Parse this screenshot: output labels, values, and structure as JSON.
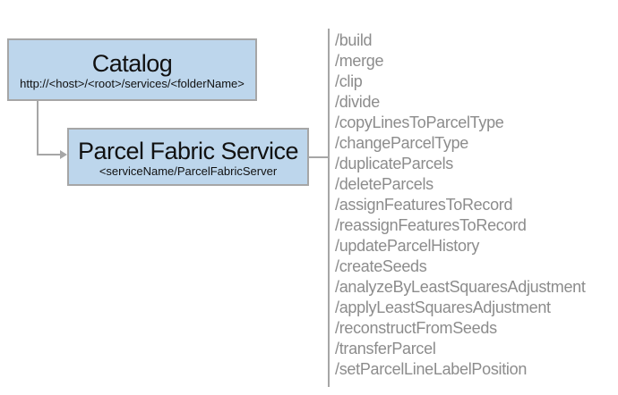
{
  "diagram": {
    "catalog_node": {
      "title": "Catalog",
      "subtitle": "http://<host>/<root>/services/<folderName>"
    },
    "service_node": {
      "title": "Parcel Fabric Service",
      "subtitle": "<serviceName/ParcelFabricServer"
    },
    "endpoints": [
      "/build",
      "/merge",
      "/clip",
      "/divide",
      "/copyLinesToParcelType",
      "/changeParcelType",
      "/duplicateParcels",
      "/deleteParcels",
      "/assignFeaturesToRecord",
      "/reassignFeaturesToRecord",
      "/updateParcelHistory",
      "/createSeeds",
      "/analyzeByLeastSquaresAdjustment",
      "/applyLeastSquaresAdjustment",
      "/reconstructFromSeeds",
      "/transferParcel",
      "/setParcelLineLabelPosition"
    ]
  },
  "colors": {
    "box_fill": "#bdd6ec",
    "box_border": "#a6a6a6",
    "connector": "#a6a6a6",
    "endpoint_text": "#8c8c8c",
    "title_text": "#111111",
    "page_bg": "#ffffff"
  }
}
